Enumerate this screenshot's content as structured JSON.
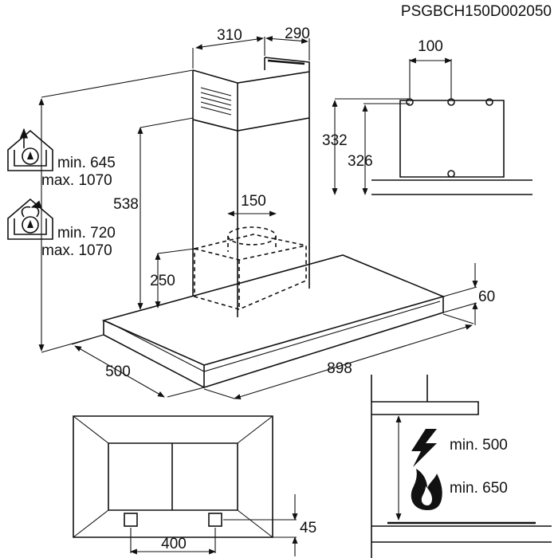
{
  "product_code": "PSGBCH150D002050",
  "hood": {
    "width": "898",
    "depth": "500",
    "thickness": "60",
    "chimney_width": "310",
    "chimney_depth": "290",
    "chimney_height": "538",
    "duct_diameter": "150",
    "lower_height": "250"
  },
  "installation": {
    "extraction_min": "min. 645",
    "extraction_max": "max. 1070",
    "recirculation_min": "min. 720",
    "recirculation_max": "max. 1070"
  },
  "bracket": {
    "hole_spacing": "100",
    "height_outer": "332",
    "height_inner": "326"
  },
  "bottom_view": {
    "spacing": "400",
    "offset": "45"
  },
  "clearance": {
    "electric_min": "min. 500",
    "gas_min": "min. 650"
  },
  "icons": [
    "extraction-mode-icon",
    "recirculation-mode-icon",
    "electric-hob-icon",
    "gas-flame-icon"
  ]
}
